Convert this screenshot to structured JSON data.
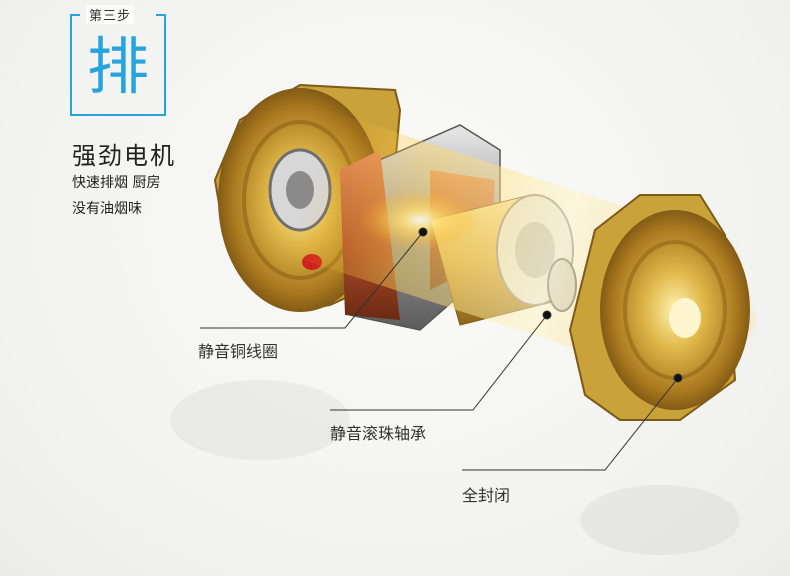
{
  "step": {
    "label": "第三步",
    "char": "排"
  },
  "headline": "强劲电机",
  "subtitle_line1": "快速排烟 厨房",
  "subtitle_line2": "没有油烟味",
  "callouts": {
    "copper_coil": "静音铜线圈",
    "bearing": "静音滚珠轴承",
    "sealed": "全封闭"
  },
  "colors": {
    "accent": "#27a3de",
    "gold": "#c9a23a",
    "copper": "#b0552c"
  }
}
